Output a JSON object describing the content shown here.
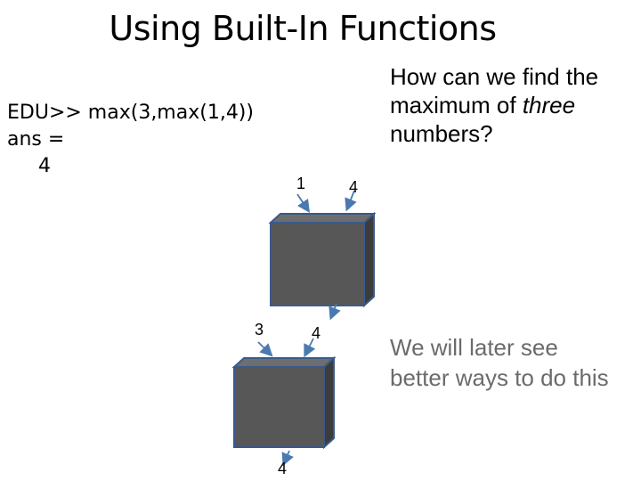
{
  "title": "Using Built-In Functions",
  "code": {
    "line1": "EDU>> max(3,max(1,4))",
    "line2": "ans =",
    "line3": "     4"
  },
  "question": {
    "part1": "How can we find the maximum of ",
    "emphasis": "three",
    "part2": " numbers?"
  },
  "note": "We will later see better ways to do this",
  "diagram": {
    "top_box": {
      "input_left": "1",
      "input_right": "4"
    },
    "bottom_box": {
      "input_left": "3",
      "input_right": "4",
      "output": "4"
    },
    "colors": {
      "box_front": "#575757",
      "box_top": "#6e6e6e",
      "box_side": "#3c3c3c",
      "outline": "#3a5a8c",
      "arrow": "#4a7ab0"
    }
  }
}
